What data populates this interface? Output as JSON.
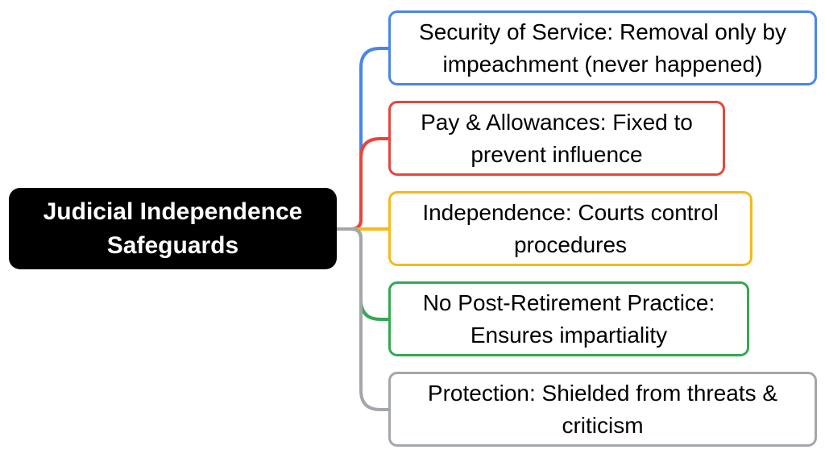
{
  "root": {
    "label": "Judicial Independence Safeguards"
  },
  "branches": [
    {
      "label": "Security of Service: Removal only by impeachment (never happened)",
      "color": "#4a86e8"
    },
    {
      "label": "Pay & Allowances: Fixed to prevent influence",
      "color": "#e8453c"
    },
    {
      "label": "Independence: Courts control procedures",
      "color": "#f7b81a"
    },
    {
      "label": "No Post-Retirement Practice: Ensures impartiality",
      "color": "#34a853"
    },
    {
      "label": "Protection: Shielded from threats & criticism",
      "color": "#a3a7ac"
    }
  ]
}
